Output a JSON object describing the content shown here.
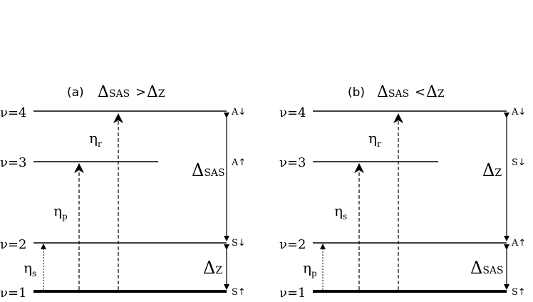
{
  "panels": [
    {
      "title_prefix": "(a)",
      "title_relation": ">",
      "levels": [
        {
          "label": "ν=4",
          "state": "A",
          "spin": "↓"
        },
        {
          "label": "ν=3",
          "state": "A",
          "spin": "↑"
        },
        {
          "label": "ν=2",
          "state": "S",
          "spin": "↓"
        },
        {
          "label": "ν=1",
          "state": "S",
          "spin": "↑"
        }
      ],
      "eta_short": {
        "base": "η",
        "sub": "s"
      },
      "eta_mid": {
        "base": "η",
        "sub": "p"
      },
      "eta_long": {
        "base": "η",
        "sub": "r"
      },
      "gap_upper": {
        "base": "Δ",
        "sub": "SAS"
      },
      "gap_lower": {
        "base": "Δ",
        "sub": "Z"
      }
    },
    {
      "title_prefix": "(b)",
      "title_relation": "<",
      "levels": [
        {
          "label": "ν=4",
          "state": "A",
          "spin": "↓"
        },
        {
          "label": "ν=3",
          "state": "S",
          "spin": "↓"
        },
        {
          "label": "ν=2",
          "state": "A",
          "spin": "↑"
        },
        {
          "label": "ν=1",
          "state": "S",
          "spin": "↑"
        }
      ],
      "eta_short": {
        "base": "η",
        "sub": "p"
      },
      "eta_mid": {
        "base": "η",
        "sub": "s"
      },
      "eta_long": {
        "base": "η",
        "sub": "r"
      },
      "gap_upper": {
        "base": "Δ",
        "sub": "Z"
      },
      "gap_lower": {
        "base": "Δ",
        "sub": "SAS"
      }
    }
  ],
  "symbols": {
    "delta": "Δ",
    "sas": "SAS",
    "z": "Z"
  }
}
